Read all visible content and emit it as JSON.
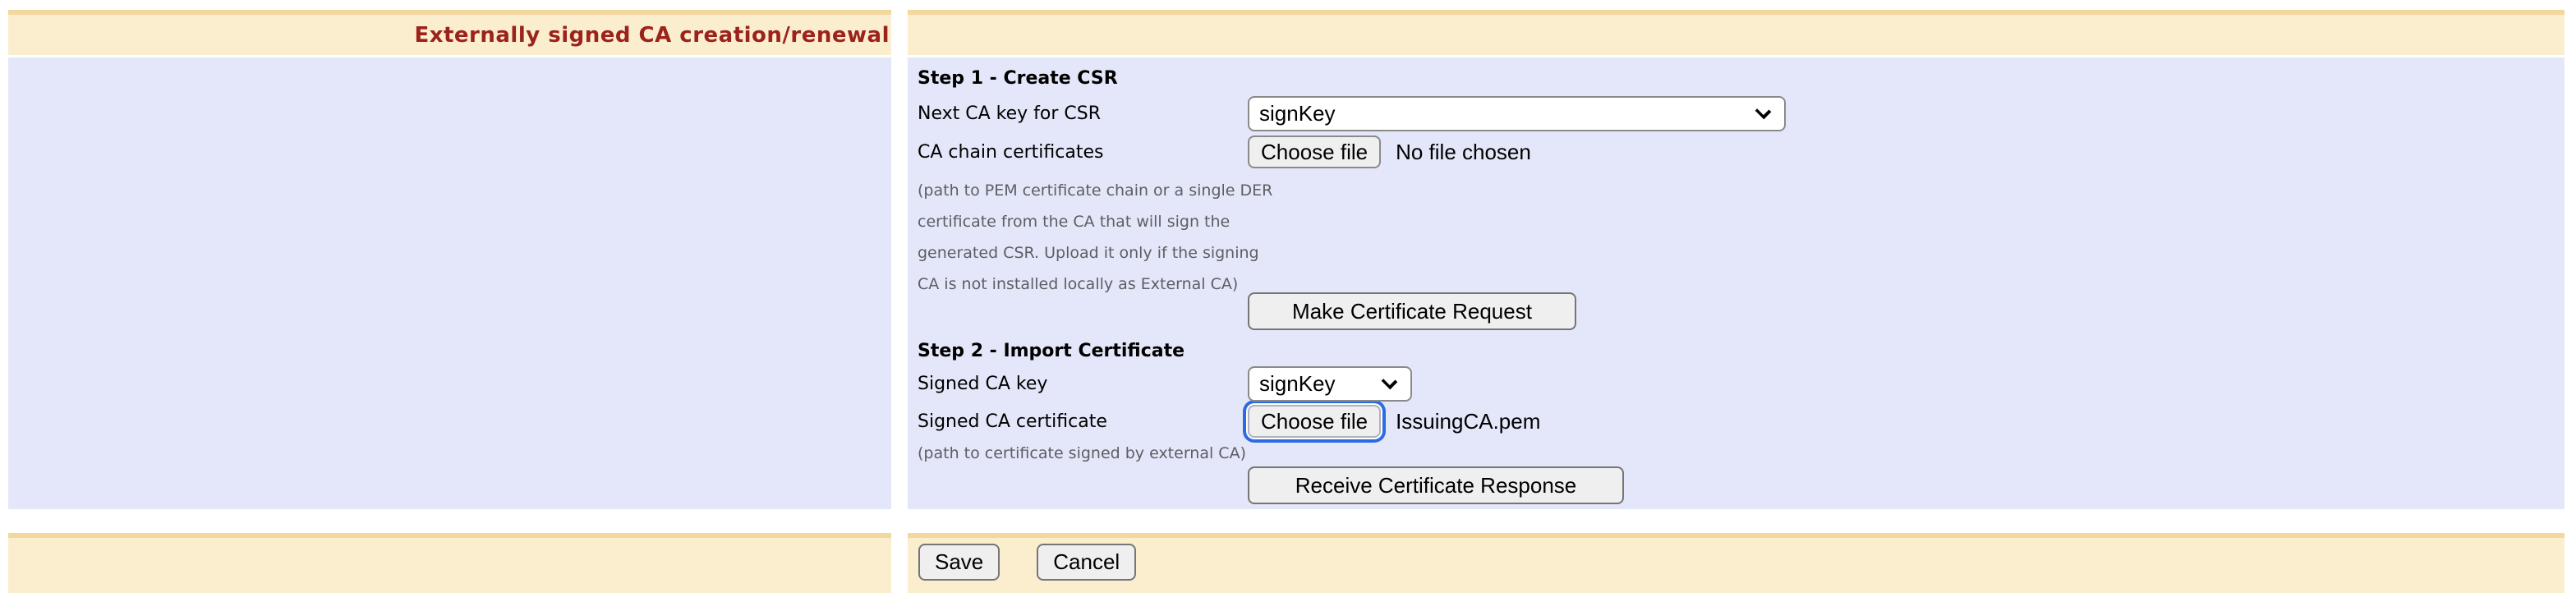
{
  "header": {
    "title": "Externally signed CA creation/renewal"
  },
  "step1": {
    "heading": "Step 1 - Create CSR",
    "next_ca_key_label": "Next CA key for CSR",
    "next_ca_key_value": "signKey",
    "ca_chain_label": "CA chain certificates",
    "choose_file_label": "Choose file",
    "no_file_text": "No file chosen",
    "help_lines": [
      "(path to PEM certificate chain or a single DER",
      "certificate from the CA that will sign the",
      "generated CSR. Upload it only if the signing",
      "CA is not installed locally as External CA)"
    ],
    "make_request_button": "Make Certificate Request"
  },
  "step2": {
    "heading": "Step 2 - Import Certificate",
    "signed_key_label": "Signed CA key",
    "signed_key_value": "signKey",
    "signed_cert_label": "Signed CA certificate",
    "choose_file_label": "Choose file",
    "file_name": "IssuingCA.pem",
    "help_text": "(path to certificate signed by external CA)",
    "receive_button": "Receive Certificate Response"
  },
  "footer": {
    "save_label": "Save",
    "cancel_label": "Cancel"
  },
  "colors": {
    "header_bg": "#faeecf",
    "header_border": "#f3d89d",
    "content_bg": "#e4e7f9",
    "title_text": "#9b231b",
    "help_text": "#5d5d64",
    "focus_ring": "#2d6be3",
    "button_bg": "#efefef"
  }
}
